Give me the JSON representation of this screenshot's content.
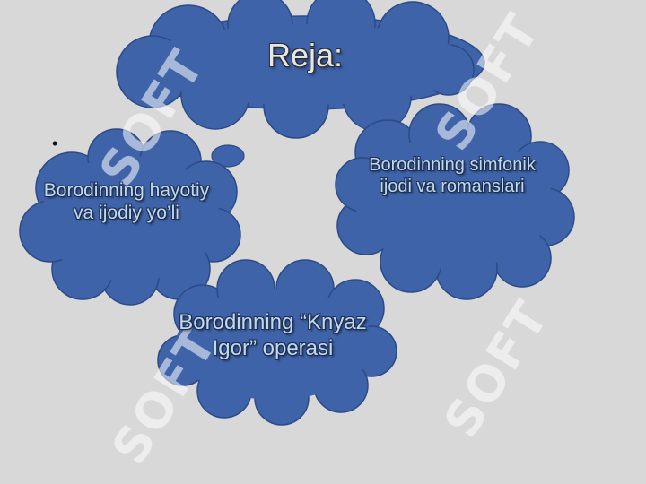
{
  "slide": {
    "title": "Reja:",
    "bullet": "•",
    "clouds": {
      "left": "Borodinning hayotiy va ijodiy yo’li",
      "right": "Borodinning simfonik ijodi va romanslari",
      "bottom": "Borodinning “Knyaz Igor” operasi"
    }
  },
  "watermark": {
    "text": "SOFT"
  },
  "colors": {
    "background": "#d8d8d8",
    "cloud_fill": "#3e63a8",
    "cloud_stroke": "#2c4a86",
    "cloud_text": "#c4d8ec",
    "title_text": "#e6e6e6",
    "watermark": "#ffffff"
  }
}
